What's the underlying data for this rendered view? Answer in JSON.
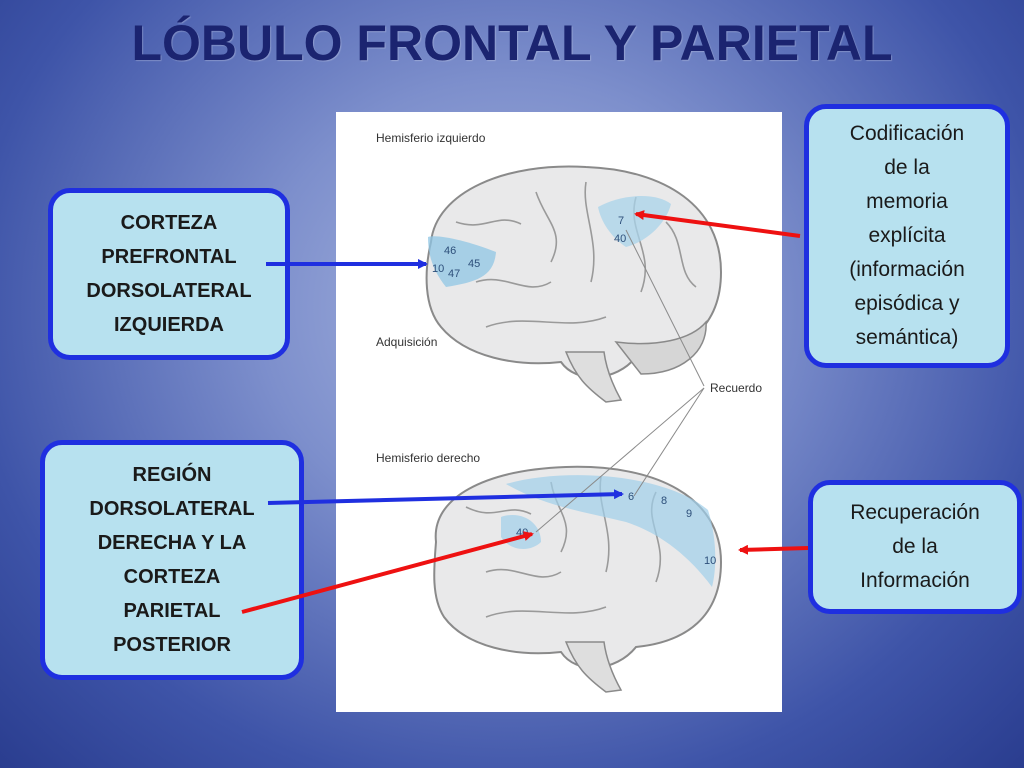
{
  "title": "LÓBULO FRONTAL Y PARIETAL",
  "callouts": {
    "left_top": [
      "CORTEZA",
      "PREFRONTAL",
      "DORSOLATERAL",
      "IZQUIERDA"
    ],
    "left_bottom": [
      "REGIÓN",
      "DORSOLATERAL",
      "DERECHA Y LA",
      "CORTEZA",
      "PARIETAL",
      "POSTERIOR"
    ],
    "right_top": [
      "Codificación",
      "de la",
      "memoria",
      "explícita",
      "(información",
      "episódica y",
      "semántica)"
    ],
    "right_bottom": [
      "Recuperación",
      "de la",
      "Información"
    ]
  },
  "figure": {
    "label_left_hemisphere": "Hemisferio izquierdo",
    "label_right_hemisphere": "Hemisferio derecho",
    "label_acquisition": "Adquisición",
    "label_recall": "Recuerdo",
    "left_areas": [
      "46",
      "10",
      "47",
      "45",
      "7",
      "40"
    ],
    "right_areas": [
      "6",
      "8",
      "9",
      "10",
      "40"
    ]
  },
  "colors": {
    "callout_border": "#1f2fe0",
    "callout_fill": "#b7e1ef",
    "arrow_blue": "#1f2fe0",
    "arrow_red": "#ee1111",
    "title": "#1b2470"
  }
}
